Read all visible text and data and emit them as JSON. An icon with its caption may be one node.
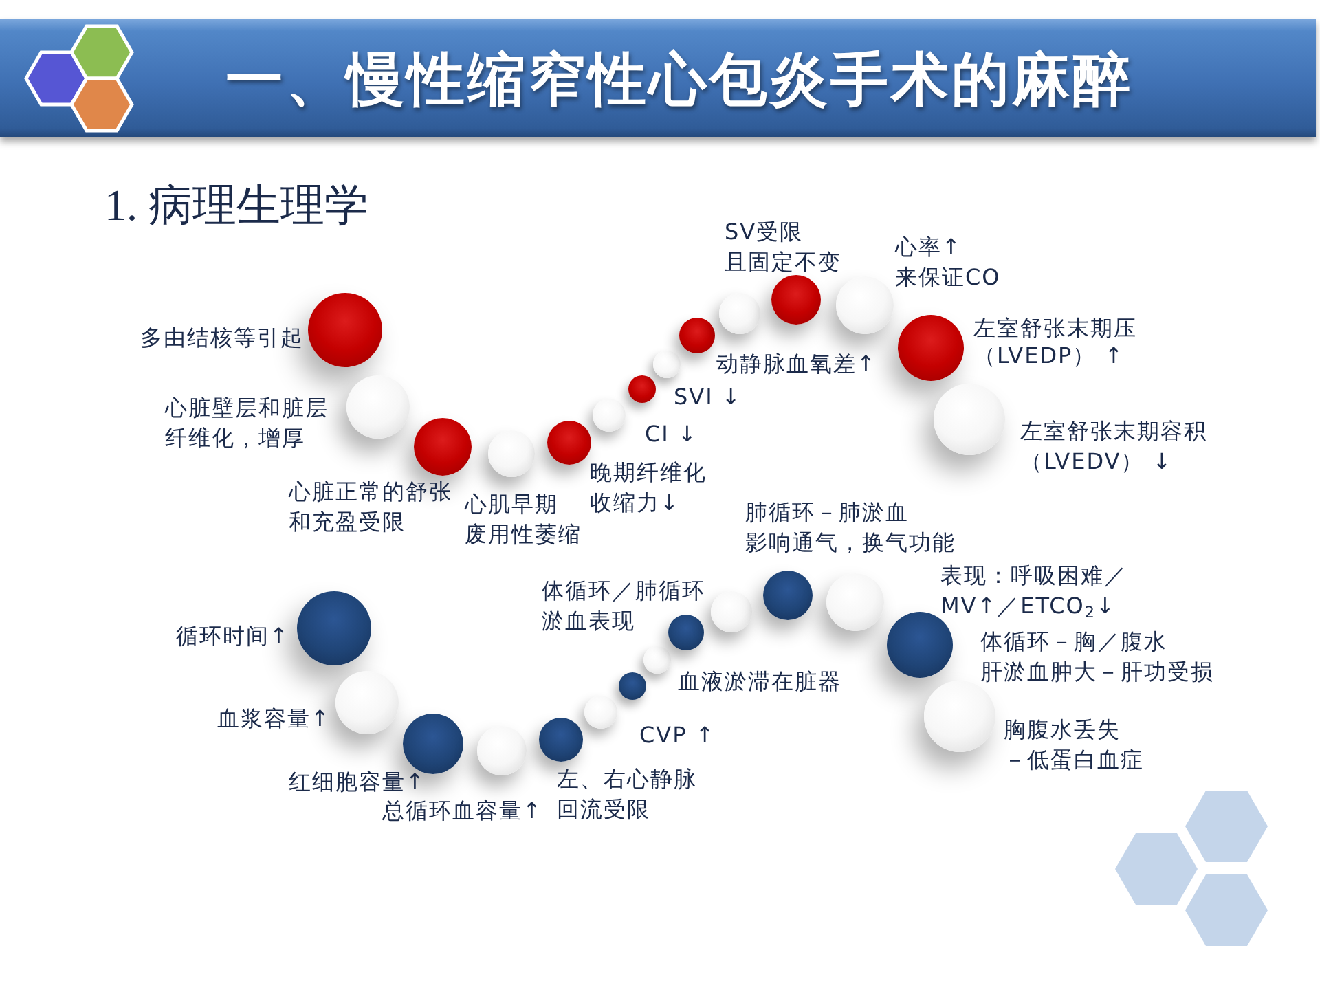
{
  "diagram": {
    "title": "一、慢性缩窄性心包炎手术的麻醉",
    "nodes": [
      {
        "text": [],
        "shape": "circle",
        "beside": [
          "多由结核等引起"
        ]
      },
      {
        "text": [],
        "shape": "circle",
        "beside": [
          "心脏壁层和脏层纤维化，增厚"
        ]
      },
      {
        "text": [],
        "shape": "circle",
        "beside": [
          "心脏正常的舒张和充盈受限"
        ]
      },
      {
        "text": [],
        "shape": "circle",
        "beside": [
          "心肌早期废用性萎缩"
        ]
      },
      {
        "text": [],
        "shape": "circle",
        "beside": [
          "晚期纤维化收缩力↓"
        ]
      },
      {
        "text": [],
        "shape": "circle",
        "beside": [
          "CI ↓"
        ]
      },
      {
        "text": [],
        "shape": "circle",
        "beside": [
          "SVI ↓"
        ]
      },
      {
        "text": [],
        "shape": "circle"
      },
      {
        "text": [],
        "shape": "circle",
        "beside": [
          "动静脉血氧差↑"
        ]
      },
      {
        "text": [],
        "shape": "circle"
      },
      {
        "text": [],
        "shape": "circle",
        "beside": [
          "SV受限且固定不变"
        ]
      },
      {
        "text": [],
        "shape": "circle",
        "beside": [
          "心率↑来保证CO"
        ]
      },
      {
        "text": [],
        "shape": "circle",
        "beside": [
          "左室舒张末期压（LVEDP） ↑"
        ]
      },
      {
        "text": [],
        "shape": "circle",
        "beside": [
          "左室舒张末期容积（LVEDV） ↓"
        ]
      },
      {
        "text": [],
        "shape": "circle",
        "beside": [
          "循环时间↑"
        ]
      },
      {
        "text": [],
        "shape": "circle",
        "beside": [
          "血浆容量↑"
        ]
      },
      {
        "text": [],
        "shape": "circle",
        "beside": [
          "红细胞容量↑"
        ]
      },
      {
        "text": [],
        "shape": "circle",
        "beside": [
          "总循环血容量↑"
        ]
      },
      {
        "text": [],
        "shape": "circle",
        "beside": [
          "左、右心静脉回流受限"
        ]
      },
      {
        "text": [],
        "shape": "circle",
        "beside": [
          "CVP ↑"
        ]
      },
      {
        "text": [],
        "shape": "circle"
      },
      {
        "text": [],
        "shape": "circle"
      },
      {
        "text": [],
        "shape": "circle",
        "beside": [
          "血液淤滞在脏器"
        ]
      },
      {
        "text": [],
        "shape": "circle",
        "beside": [
          "体循环／肺循环淤血表现"
        ]
      },
      {
        "text": [],
        "shape": "circle",
        "beside": [
          "肺循环－肺淤血影响通气，换气功能"
        ]
      },
      {
        "text": [],
        "shape": "circle"
      },
      {
        "text": [],
        "shape": "circle"
      },
      {
        "text": [],
        "shape": "circle",
        "beside": [
          "胸腹水丢失－低蛋白血症"
        ]
      }
    ],
    "labels": [
      "1. 病理生理学",
      "表现：呼吸困难／MV↑／ETCO$_{2}$↓",
      "体循环－胸／腹水肝淤血肿大－肝功受损"
    ]
  }
}
